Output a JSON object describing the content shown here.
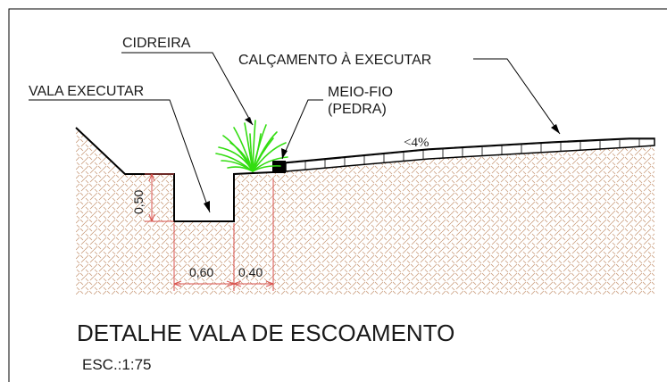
{
  "labels": {
    "cidreira": "CIDREIRA",
    "calcamento": "CALÇAMENTO À EXECUTAR",
    "vala": "VALA EXECUTAR",
    "meio_fio_line1": "MEIO-FIO",
    "meio_fio_line2": "(PEDRA)",
    "slope": "<4%"
  },
  "dimensions": {
    "depth": "0,50",
    "trench_width": "0,60",
    "berm_width": "0,40"
  },
  "title": "DETALHE VALA DE ESCOAMENTO",
  "scale": "ESC.:1:75",
  "colors": {
    "soil_hatch": "#c89a7a",
    "dimension_line": "#d9534f",
    "plant": "#33dd11",
    "outline": "#000000"
  }
}
